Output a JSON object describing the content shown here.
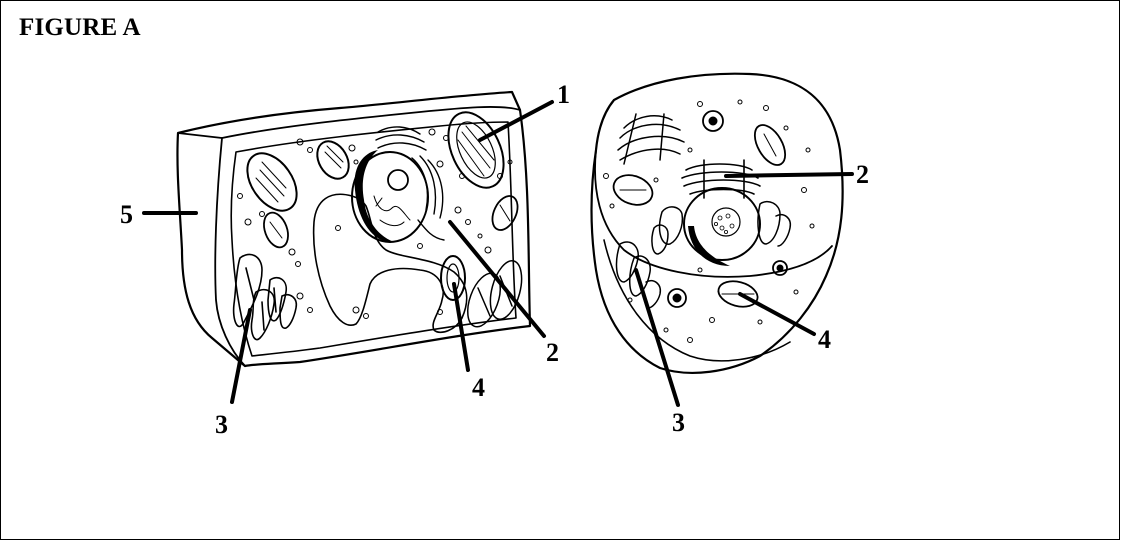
{
  "figure": {
    "title": "FIGURE A"
  },
  "labels": {
    "plant": {
      "l1": "1",
      "l2": "2",
      "l3": "3",
      "l4": "4",
      "l5": "5"
    },
    "animal": {
      "l2": "2",
      "l3": "3",
      "l4": "4"
    }
  },
  "colors": {
    "ink": "#000000",
    "background": "#ffffff"
  }
}
